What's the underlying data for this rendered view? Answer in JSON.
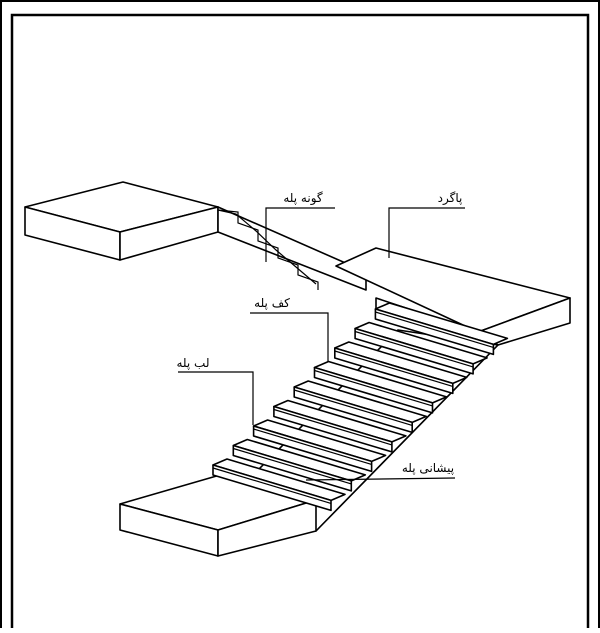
{
  "labels": {
    "stringer": "گونه پله",
    "landing": "پاگرد",
    "tread": "کف پله",
    "nosing": "لب پله",
    "riser": "پیشانی پله"
  }
}
